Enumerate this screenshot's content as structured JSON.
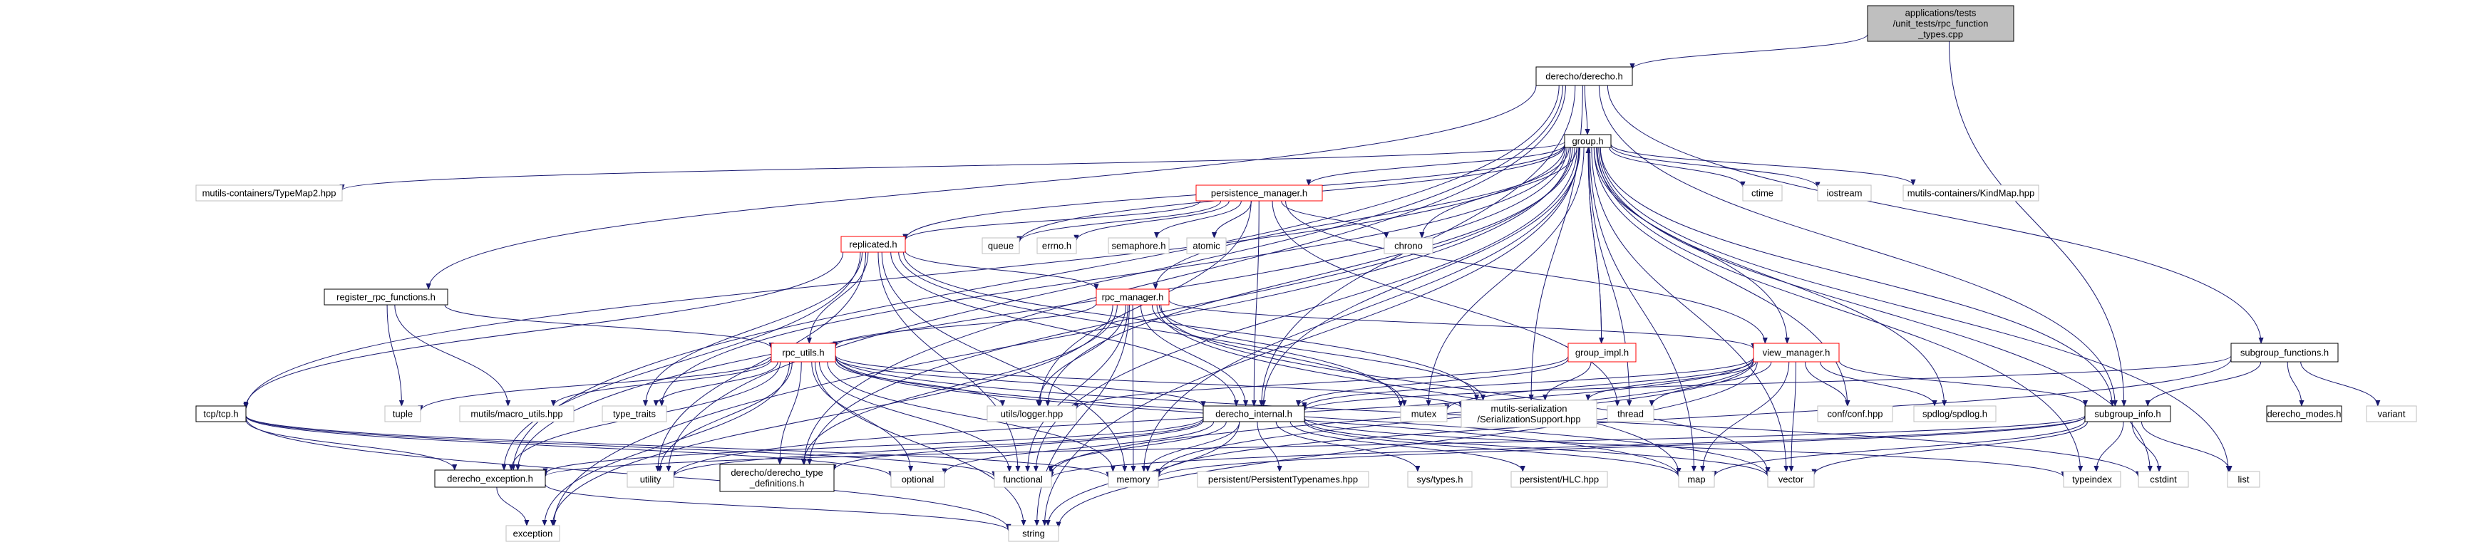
{
  "nodes": {
    "root": {
      "lines": [
        "applications/tests",
        "/unit_tests/rpc_function",
        "_types.cpp"
      ],
      "style": "root"
    },
    "derecho_h": {
      "lines": [
        "derecho/derecho.h"
      ],
      "style": "box"
    },
    "group_h": {
      "lines": [
        "group.h"
      ],
      "style": "box"
    },
    "typemap2": {
      "lines": [
        "mutils-containers/TypeMap2.hpp"
      ],
      "style": "sys"
    },
    "persistence_manager": {
      "lines": [
        "persistence_manager.h"
      ],
      "style": "red"
    },
    "ctime": {
      "lines": [
        "ctime"
      ],
      "style": "sys"
    },
    "iostream": {
      "lines": [
        "iostream"
      ],
      "style": "sys"
    },
    "kindmap": {
      "lines": [
        "mutils-containers/KindMap.hpp"
      ],
      "style": "sys"
    },
    "replicated": {
      "lines": [
        "replicated.h"
      ],
      "style": "red"
    },
    "queue": {
      "lines": [
        "queue"
      ],
      "style": "sys"
    },
    "errno": {
      "lines": [
        "errno.h"
      ],
      "style": "sys"
    },
    "semaphore": {
      "lines": [
        "semaphore.h"
      ],
      "style": "sys"
    },
    "atomic": {
      "lines": [
        "atomic"
      ],
      "style": "sys"
    },
    "chrono": {
      "lines": [
        "chrono"
      ],
      "style": "sys"
    },
    "register_rpc": {
      "lines": [
        "register_rpc_functions.h"
      ],
      "style": "box"
    },
    "rpc_manager": {
      "lines": [
        "rpc_manager.h"
      ],
      "style": "red"
    },
    "group_impl": {
      "lines": [
        "group_impl.h"
      ],
      "style": "red"
    },
    "view_manager": {
      "lines": [
        "view_manager.h"
      ],
      "style": "red"
    },
    "subgroup_functions": {
      "lines": [
        "subgroup_functions.h"
      ],
      "style": "box"
    },
    "rpc_utils": {
      "lines": [
        "rpc_utils.h"
      ],
      "style": "red"
    },
    "tcp": {
      "lines": [
        "tcp/tcp.h"
      ],
      "style": "box"
    },
    "tuple": {
      "lines": [
        "tuple"
      ],
      "style": "sys"
    },
    "macro_utils": {
      "lines": [
        "mutils/macro_utils.hpp"
      ],
      "style": "sys"
    },
    "type_traits": {
      "lines": [
        "type_traits"
      ],
      "style": "sys"
    },
    "logger": {
      "lines": [
        "utils/logger.hpp"
      ],
      "style": "sys"
    },
    "derecho_internal": {
      "lines": [
        "derecho_internal.h"
      ],
      "style": "box"
    },
    "mutex": {
      "lines": [
        "mutex"
      ],
      "style": "sys"
    },
    "serialization": {
      "lines": [
        "mutils-serialization",
        "/SerializationSupport.hpp"
      ],
      "style": "sys"
    },
    "thread": {
      "lines": [
        "thread"
      ],
      "style": "sys"
    },
    "conf": {
      "lines": [
        "conf/conf.hpp"
      ],
      "style": "sys"
    },
    "spdlog": {
      "lines": [
        "spdlog/spdlog.h"
      ],
      "style": "sys"
    },
    "subgroup_info": {
      "lines": [
        "subgroup_info.h"
      ],
      "style": "box"
    },
    "derecho_modes": {
      "lines": [
        "derecho_modes.h"
      ],
      "style": "box"
    },
    "variant": {
      "lines": [
        "variant"
      ],
      "style": "sys"
    },
    "derecho_exception": {
      "lines": [
        "derecho_exception.h"
      ],
      "style": "box"
    },
    "utility": {
      "lines": [
        "utility"
      ],
      "style": "sys"
    },
    "type_definitions": {
      "lines": [
        "derecho/derecho_type",
        "_definitions.h"
      ],
      "style": "box"
    },
    "optional": {
      "lines": [
        "optional"
      ],
      "style": "sys"
    },
    "functional": {
      "lines": [
        "functional"
      ],
      "style": "sys"
    },
    "memory": {
      "lines": [
        "memory"
      ],
      "style": "sys"
    },
    "persistent_typenames": {
      "lines": [
        "persistent/PersistentTypenames.hpp"
      ],
      "style": "sys"
    },
    "sys_types": {
      "lines": [
        "sys/types.h"
      ],
      "style": "sys"
    },
    "hlc": {
      "lines": [
        "persistent/HLC.hpp"
      ],
      "style": "sys"
    },
    "map": {
      "lines": [
        "map"
      ],
      "style": "sys"
    },
    "vector": {
      "lines": [
        "vector"
      ],
      "style": "sys"
    },
    "typeindex": {
      "lines": [
        "typeindex"
      ],
      "style": "sys"
    },
    "cstdint": {
      "lines": [
        "cstdint"
      ],
      "style": "sys"
    },
    "list": {
      "lines": [
        "list"
      ],
      "style": "sys"
    },
    "exception": {
      "lines": [
        "exception"
      ],
      "style": "sys"
    },
    "string": {
      "lines": [
        "string"
      ],
      "style": "sys"
    }
  },
  "edges": [
    [
      "root",
      "derecho_h"
    ],
    [
      "root",
      "subgroup_info"
    ],
    [
      "derecho_h",
      "group_h"
    ],
    [
      "derecho_h",
      "register_rpc"
    ],
    [
      "derecho_h",
      "subgroup_functions"
    ],
    [
      "derecho_h",
      "derecho_exception"
    ],
    [
      "derecho_h",
      "type_definitions"
    ],
    [
      "derecho_h",
      "derecho_internal"
    ],
    [
      "derecho_h",
      "subgroup_info"
    ],
    [
      "derecho_h",
      "utility"
    ],
    [
      "derecho_h",
      "serialization"
    ],
    [
      "group_h",
      "typemap2"
    ],
    [
      "group_h",
      "persistence_manager"
    ],
    [
      "group_h",
      "ctime"
    ],
    [
      "group_h",
      "iostream"
    ],
    [
      "group_h",
      "kindmap"
    ],
    [
      "group_h",
      "replicated"
    ],
    [
      "group_h",
      "queue"
    ],
    [
      "group_h",
      "chrono"
    ],
    [
      "group_h",
      "rpc_manager"
    ],
    [
      "group_h",
      "group_impl"
    ],
    [
      "group_h",
      "view_manager"
    ],
    [
      "group_h",
      "tcp"
    ],
    [
      "group_h",
      "derecho_internal"
    ],
    [
      "group_h",
      "mutex"
    ],
    [
      "group_h",
      "thread"
    ],
    [
      "group_h",
      "conf"
    ],
    [
      "group_h",
      "spdlog"
    ],
    [
      "group_h",
      "subgroup_info"
    ],
    [
      "group_h",
      "derecho_exception"
    ],
    [
      "group_h",
      "type_definitions"
    ],
    [
      "group_h",
      "functional"
    ],
    [
      "group_h",
      "memory"
    ],
    [
      "group_h",
      "map"
    ],
    [
      "group_h",
      "vector"
    ],
    [
      "group_h",
      "typeindex"
    ],
    [
      "group_h",
      "cstdint"
    ],
    [
      "group_h",
      "list"
    ],
    [
      "group_h",
      "exception"
    ],
    [
      "group_h",
      "string"
    ],
    [
      "group_h",
      "type_traits"
    ],
    [
      "group_h",
      "logger"
    ],
    [
      "persistence_manager",
      "queue"
    ],
    [
      "persistence_manager",
      "errno"
    ],
    [
      "persistence_manager",
      "semaphore"
    ],
    [
      "persistence_manager",
      "atomic"
    ],
    [
      "persistence_manager",
      "chrono"
    ],
    [
      "persistence_manager",
      "replicated"
    ],
    [
      "persistence_manager",
      "logger"
    ],
    [
      "persistence_manager",
      "derecho_internal"
    ],
    [
      "persistence_manager",
      "view_manager"
    ],
    [
      "persistence_manager",
      "thread"
    ],
    [
      "replicated",
      "rpc_manager"
    ],
    [
      "replicated",
      "rpc_utils"
    ],
    [
      "replicated",
      "tcp"
    ],
    [
      "replicated",
      "type_traits"
    ],
    [
      "replicated",
      "derecho_exception"
    ],
    [
      "replicated",
      "utility"
    ],
    [
      "replicated",
      "memory"
    ],
    [
      "replicated",
      "mutex"
    ],
    [
      "replicated",
      "serialization"
    ],
    [
      "replicated",
      "derecho_internal"
    ],
    [
      "replicated",
      "functional"
    ],
    [
      "register_rpc",
      "rpc_utils"
    ],
    [
      "register_rpc",
      "tuple"
    ],
    [
      "register_rpc",
      "macro_utils"
    ],
    [
      "rpc_manager",
      "rpc_utils"
    ],
    [
      "rpc_manager",
      "view_manager"
    ],
    [
      "rpc_manager",
      "logger"
    ],
    [
      "rpc_manager",
      "derecho_internal"
    ],
    [
      "rpc_manager",
      "mutex"
    ],
    [
      "rpc_manager",
      "serialization"
    ],
    [
      "rpc_manager",
      "type_definitions"
    ],
    [
      "rpc_manager",
      "functional"
    ],
    [
      "rpc_manager",
      "memory"
    ],
    [
      "rpc_manager",
      "map"
    ],
    [
      "rpc_manager",
      "vector"
    ],
    [
      "rpc_manager",
      "exception"
    ],
    [
      "rpc_manager",
      "string"
    ],
    [
      "group_impl",
      "group_h"
    ],
    [
      "group_impl",
      "derecho_internal"
    ],
    [
      "group_impl",
      "serialization"
    ],
    [
      "group_impl",
      "logger"
    ],
    [
      "view_manager",
      "derecho_internal"
    ],
    [
      "view_manager",
      "subgroup_info"
    ],
    [
      "view_manager",
      "mutex"
    ],
    [
      "view_manager",
      "serialization"
    ],
    [
      "view_manager",
      "thread"
    ],
    [
      "view_manager",
      "conf"
    ],
    [
      "view_manager",
      "spdlog"
    ],
    [
      "view_manager",
      "map"
    ],
    [
      "view_manager",
      "vector"
    ],
    [
      "view_manager",
      "string"
    ],
    [
      "view_manager",
      "memory"
    ],
    [
      "view_manager",
      "functional"
    ],
    [
      "view_manager",
      "utility"
    ],
    [
      "subgroup_functions",
      "subgroup_info"
    ],
    [
      "subgroup_functions",
      "derecho_modes"
    ],
    [
      "subgroup_functions",
      "variant"
    ],
    [
      "subgroup_functions",
      "derecho_internal"
    ],
    [
      "subgroup_functions",
      "memory"
    ],
    [
      "rpc_utils",
      "tuple"
    ],
    [
      "rpc_utils",
      "macro_utils"
    ],
    [
      "rpc_utils",
      "type_traits"
    ],
    [
      "rpc_utils",
      "logger"
    ],
    [
      "rpc_utils",
      "derecho_internal"
    ],
    [
      "rpc_utils",
      "serialization"
    ],
    [
      "rpc_utils",
      "derecho_exception"
    ],
    [
      "rpc_utils",
      "utility"
    ],
    [
      "rpc_utils",
      "type_definitions"
    ],
    [
      "rpc_utils",
      "optional"
    ],
    [
      "rpc_utils",
      "functional"
    ],
    [
      "rpc_utils",
      "memory"
    ],
    [
      "rpc_utils",
      "map"
    ],
    [
      "rpc_utils",
      "vector"
    ],
    [
      "rpc_utils",
      "exception"
    ],
    [
      "rpc_utils",
      "string"
    ],
    [
      "rpc_utils",
      "cstdint"
    ],
    [
      "tcp",
      "derecho_exception"
    ],
    [
      "tcp",
      "functional"
    ],
    [
      "tcp",
      "memory"
    ],
    [
      "tcp",
      "optional"
    ],
    [
      "tcp",
      "string"
    ],
    [
      "derecho_internal",
      "derecho_exception"
    ],
    [
      "derecho_internal",
      "utility"
    ],
    [
      "derecho_internal",
      "type_definitions"
    ],
    [
      "derecho_internal",
      "optional"
    ],
    [
      "derecho_internal",
      "functional"
    ],
    [
      "derecho_internal",
      "memory"
    ],
    [
      "derecho_internal",
      "persistent_typenames"
    ],
    [
      "derecho_internal",
      "sys_types"
    ],
    [
      "derecho_internal",
      "hlc"
    ],
    [
      "derecho_internal",
      "map"
    ],
    [
      "derecho_internal",
      "vector"
    ],
    [
      "derecho_internal",
      "typeindex"
    ],
    [
      "derecho_internal",
      "string"
    ],
    [
      "subgroup_info",
      "map"
    ],
    [
      "subgroup_info",
      "vector"
    ],
    [
      "subgroup_info",
      "typeindex"
    ],
    [
      "subgroup_info",
      "cstdint"
    ],
    [
      "subgroup_info",
      "list"
    ],
    [
      "subgroup_info",
      "memory"
    ],
    [
      "subgroup_info",
      "functional"
    ],
    [
      "subgroup_info",
      "derecho_exception"
    ],
    [
      "derecho_exception",
      "exception"
    ],
    [
      "derecho_exception",
      "string"
    ]
  ],
  "colors": {
    "edge": "#191970",
    "box_border": "#000000",
    "sys_border": "#bfbfbf",
    "red_border": "#ff0000",
    "root_fill": "#bfbfbf",
    "text": "#000000"
  }
}
